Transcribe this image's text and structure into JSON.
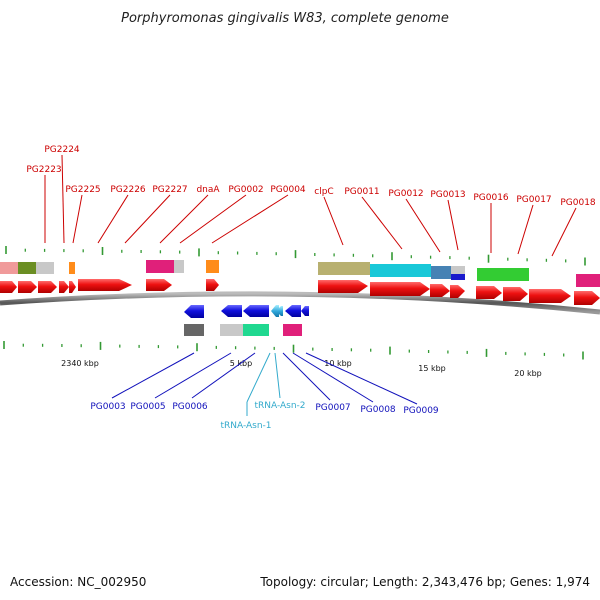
{
  "title": "Porphyromonas gingivalis W83, complete genome",
  "footer": {
    "accession": "Accession: NC_002950",
    "summary": "Topology: circular; Length: 2,343,476 bp; Genes: 1,974"
  },
  "colors": {
    "forward_arrow": "#ee1111",
    "reverse_arrow": "#1111dd",
    "top_label": "#cc0000",
    "bottom_label": "#1111bb",
    "rna_label": "#33aacc",
    "tick": "#339933",
    "backbone": "#666666"
  },
  "axis_labels": [
    {
      "id": "2340kbp",
      "text": "2340 kbp"
    },
    {
      "id": "5kbp",
      "text": "5 kbp"
    },
    {
      "id": "10kbp",
      "text": "10 kbp"
    },
    {
      "id": "15kbp",
      "text": "15 kbp"
    },
    {
      "id": "20kbp",
      "text": "20 kbp"
    }
  ],
  "top_labels": [
    {
      "id": "pg2223",
      "text": "PG2223"
    },
    {
      "id": "pg2224",
      "text": "PG2224"
    },
    {
      "id": "pg2225",
      "text": "PG2225"
    },
    {
      "id": "pg2226",
      "text": "PG2226"
    },
    {
      "id": "pg2227",
      "text": "PG2227"
    },
    {
      "id": "dnaA",
      "text": "dnaA"
    },
    {
      "id": "pg0002",
      "text": "PG0002"
    },
    {
      "id": "pg0004",
      "text": "PG0004"
    },
    {
      "id": "clpC",
      "text": "clpC"
    },
    {
      "id": "pg0011",
      "text": "PG0011"
    },
    {
      "id": "pg0012",
      "text": "PG0012"
    },
    {
      "id": "pg0013",
      "text": "PG0013"
    },
    {
      "id": "pg0016",
      "text": "PG0016"
    },
    {
      "id": "pg0017",
      "text": "PG0017"
    },
    {
      "id": "pg0018",
      "text": "PG0018"
    }
  ],
  "bottom_labels": [
    {
      "id": "pg0003",
      "text": "PG0003",
      "kind": "gene"
    },
    {
      "id": "pg0005",
      "text": "PG0005",
      "kind": "gene"
    },
    {
      "id": "pg0006",
      "text": "PG0006",
      "kind": "gene"
    },
    {
      "id": "trna-asn-2",
      "text": "tRNA-Asn-2",
      "kind": "rna"
    },
    {
      "id": "trna-asn-1",
      "text": "tRNA-Asn-1",
      "kind": "rna"
    },
    {
      "id": "pg0007",
      "text": "PG0007",
      "kind": "gene"
    },
    {
      "id": "pg0008",
      "text": "PG0008",
      "kind": "gene"
    },
    {
      "id": "pg0009",
      "text": "PG0009",
      "kind": "gene"
    }
  ]
}
